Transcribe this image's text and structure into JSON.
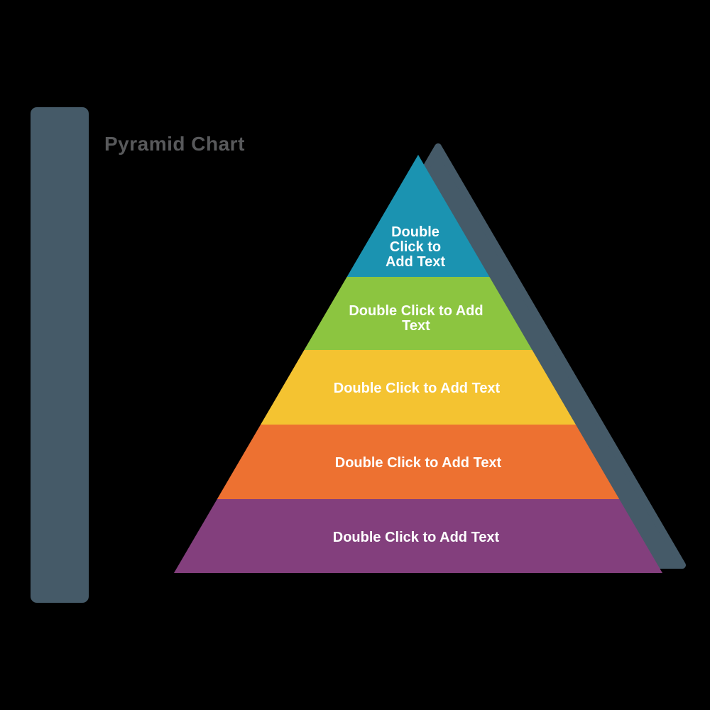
{
  "title": {
    "text": "Pyramid Chart",
    "color": "#58595B"
  },
  "decor": {
    "background": "#000000",
    "accent_bar_color": "#455A68",
    "shadow_color": "#455A68"
  },
  "chart_data": {
    "type": "pyramid",
    "title": "Pyramid Chart",
    "label_color": "#FFFFFF",
    "levels": [
      {
        "position": 1,
        "label": "Double Click to Add Text",
        "color": "#1B93B1",
        "lines": [
          "Double",
          "Click to",
          "Add Text"
        ]
      },
      {
        "position": 2,
        "label": "Double Click to Add Text",
        "color": "#8CC540",
        "lines": [
          "Double Click to Add",
          "Text"
        ]
      },
      {
        "position": 3,
        "label": "Double Click to Add Text",
        "color": "#F4C331",
        "lines": [
          "Double Click to Add Text"
        ]
      },
      {
        "position": 4,
        "label": "Double Click to Add Text",
        "color": "#ED7131",
        "lines": [
          "Double Click to Add Text"
        ]
      },
      {
        "position": 5,
        "label": "Double Click to Add Text",
        "color": "#833F7D",
        "lines": [
          "Double Click to Add Text"
        ]
      }
    ]
  }
}
